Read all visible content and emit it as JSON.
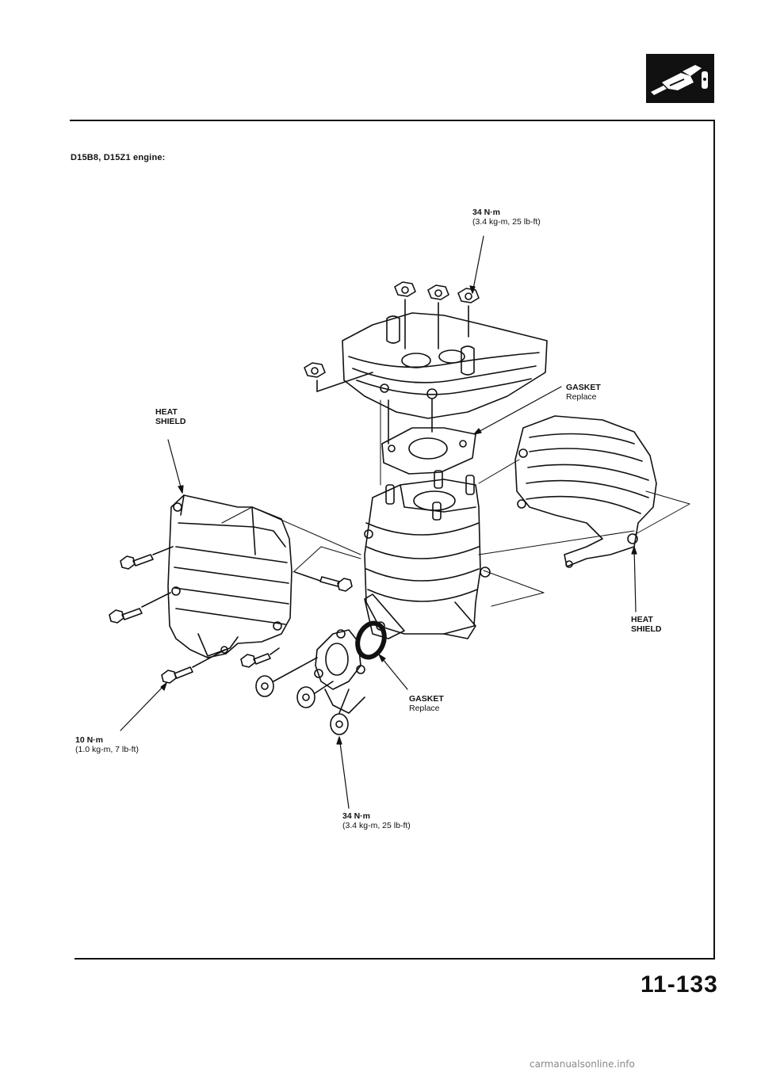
{
  "header": {
    "section_icon": "exhaust-manifold-section-icon",
    "engine_label": "D15B8, D15Z1 engine:"
  },
  "callouts": {
    "torque_top": {
      "line1": "34 N·m",
      "line2": "(3.4 kg-m, 25 lb-ft)"
    },
    "gasket_top": {
      "line1": "GASKET",
      "line2": "Replace"
    },
    "heat_shield_left": {
      "line1": "HEAT",
      "line2": "SHIELD"
    },
    "heat_shield_right": {
      "line1": "HEAT",
      "line2": "SHIELD"
    },
    "gasket_bottom": {
      "line1": "GASKET",
      "line2": "Replace"
    },
    "torque_bolts": {
      "line1": "10 N·m",
      "line2": "(1.0 kg-m, 7 lb-ft)"
    },
    "torque_bottom": {
      "line1": "34 N·m",
      "line2": "(3.4 kg-m, 25 lb-ft)"
    }
  },
  "footer": {
    "page_number": "11-133",
    "watermark": "carmanualsonline.info"
  },
  "colors": {
    "ink": "#111111",
    "paper": "#ffffff"
  }
}
